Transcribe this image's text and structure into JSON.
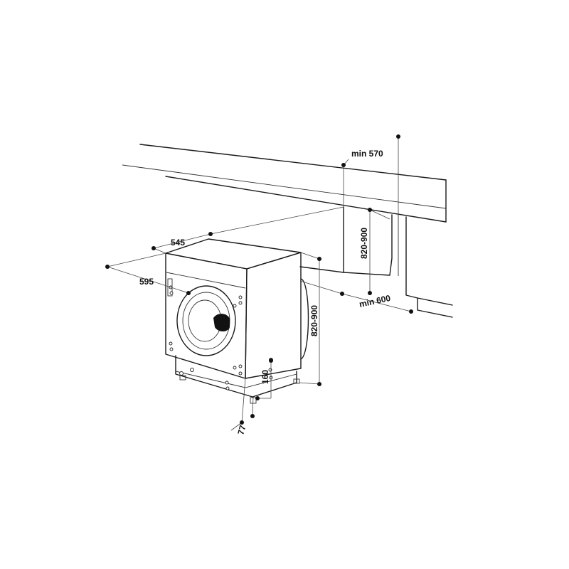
{
  "dimensions": {
    "depth": "545",
    "width": "595",
    "niche_depth_min": "min 570",
    "niche_width_min": "min 600",
    "niche_height": "820-900",
    "appliance_height": "820-900",
    "plinth_height": "160",
    "plinth_setback": "77"
  },
  "colors": {
    "line": "#1a1a1a",
    "background": "#ffffff"
  }
}
